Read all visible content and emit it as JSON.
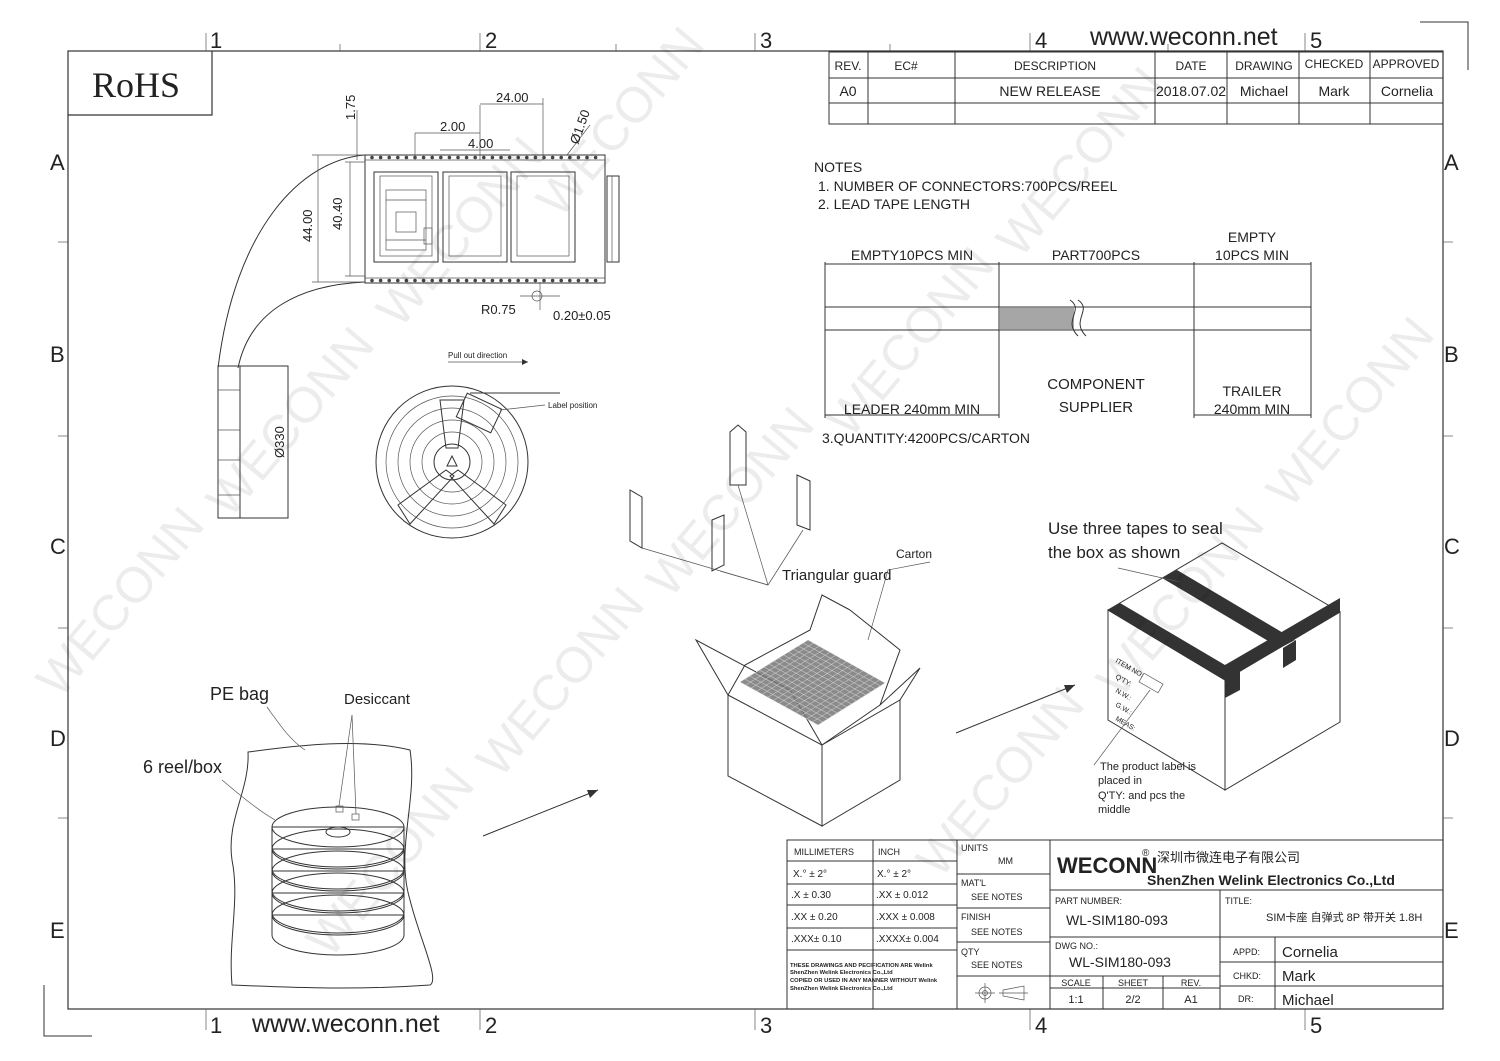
{
  "zone_numbers": [
    "1",
    "2",
    "3",
    "4",
    "5"
  ],
  "zone_letters": [
    "A",
    "B",
    "C",
    "D",
    "E"
  ],
  "website": "www.weconn.net",
  "rohs": "RoHS",
  "watermark": "WECONN",
  "revision_table": {
    "headers": [
      "REV.",
      "EC#",
      "DESCRIPTION",
      "DATE",
      "DRAWING",
      "CHECKED",
      "APPROVED"
    ],
    "row": [
      "A0",
      "",
      "NEW RELEASE",
      "2018.07.02",
      "Michael",
      "Mark",
      "Cornelia"
    ]
  },
  "notes": {
    "heading": "NOTES",
    "line1": "1. NUMBER OF CONNECTORS:700PCS/REEL",
    "line2": "2. LEAD TAPE LENGTH",
    "line3": "3.QUANTITY:4200PCS/CARTON"
  },
  "tape_diagram": {
    "empty_leader": "EMPTY10PCS MIN",
    "part": "PART700PCS",
    "empty_trailer_top": "EMPTY",
    "empty_trailer_bottom": "10PCS MIN",
    "leader": "LEADER 240mm MIN",
    "component_line1": "COMPONENT",
    "component_line2": "SUPPLIER",
    "trailer_line1": "TRAILER",
    "trailer_line2": "240mm MIN"
  },
  "dimensions": {
    "d1": "1.75",
    "d2": "24.00",
    "d3": "2.00",
    "d4": "4.00",
    "d5": "Ø1.50",
    "d6": "44.00",
    "d7": "40.40",
    "d8": "R0.75",
    "d9": "0.20±0.05",
    "d10": "Ø330"
  },
  "reel_labels": {
    "pull_out": "Pull out direction",
    "label_position": "Label position"
  },
  "packing": {
    "triangular_guard": "Triangular guard",
    "carton": "Carton",
    "tape_instruction_1": "Use three tapes to seal",
    "tape_instruction_2": "the box as shown",
    "pe_bag": "PE bag",
    "desiccant": "Desiccant",
    "reel_per_box": "6 reel/box",
    "product_label_1": "The product label is",
    "product_label_2": "placed in",
    "product_label_3": "Q'TY:  and pcs the",
    "product_label_4": "middle"
  },
  "box_label_lines": [
    "ITEM NO:",
    "Q'TY:",
    "N.W.:",
    "G.W.:",
    "MEAS:"
  ],
  "title_block": {
    "tol_head_mm": "MILLIMETERS",
    "tol_head_in": "INCH",
    "tol_rows": [
      [
        "X.°  ± 2°",
        "X.°  ± 2°"
      ],
      [
        ".X    ± 0.30",
        ".XX   ± 0.012"
      ],
      [
        ".XX  ± 0.20",
        ".XXX  ± 0.008"
      ],
      [
        ".XXX± 0.10",
        ".XXXX± 0.004"
      ]
    ],
    "units_label": "UNITS",
    "units_value": "MM",
    "matl_label": "MAT'L",
    "matl_value": "SEE NOTES",
    "finish_label": "FINISH",
    "finish_value": "SEE NOTES",
    "qty_label": "QTY",
    "qty_value": "SEE NOTES",
    "disclaimer": [
      "THESE DRAWINGS AND PECIFICATION ARE Welink",
      "ShenZhen Welink Electronics Co.,Ltd",
      " COPIED OR USED IN ANY MANNER WITHOUT Welink",
      "ShenZhen Welink Electronics Co.,Ltd"
    ],
    "brand": "WECONN",
    "brand_mark": "®",
    "company_cn": "深圳市微连电子有限公司",
    "company_en": "ShenZhen Welink Electronics Co.,Ltd",
    "part_number_label": "PART NUMBER:",
    "part_number": "WL-SIM180-093",
    "title_label": "TITLE:",
    "title": "SIM卡座 自弹式 8P 带开关 1.8H",
    "dwg_label": "DWG NO.:",
    "dwg_no": "WL-SIM180-093",
    "scale_label": "SCALE",
    "scale": "1:1",
    "sheet_label": "SHEET",
    "sheet": "2/2",
    "rev_label": "REV.",
    "rev": "A1",
    "appd_label": "APPD:",
    "appd": "Cornelia",
    "chkd_label": "CHKD:",
    "chkd": "Mark",
    "dr_label": "DR:",
    "dr": "Michael"
  }
}
